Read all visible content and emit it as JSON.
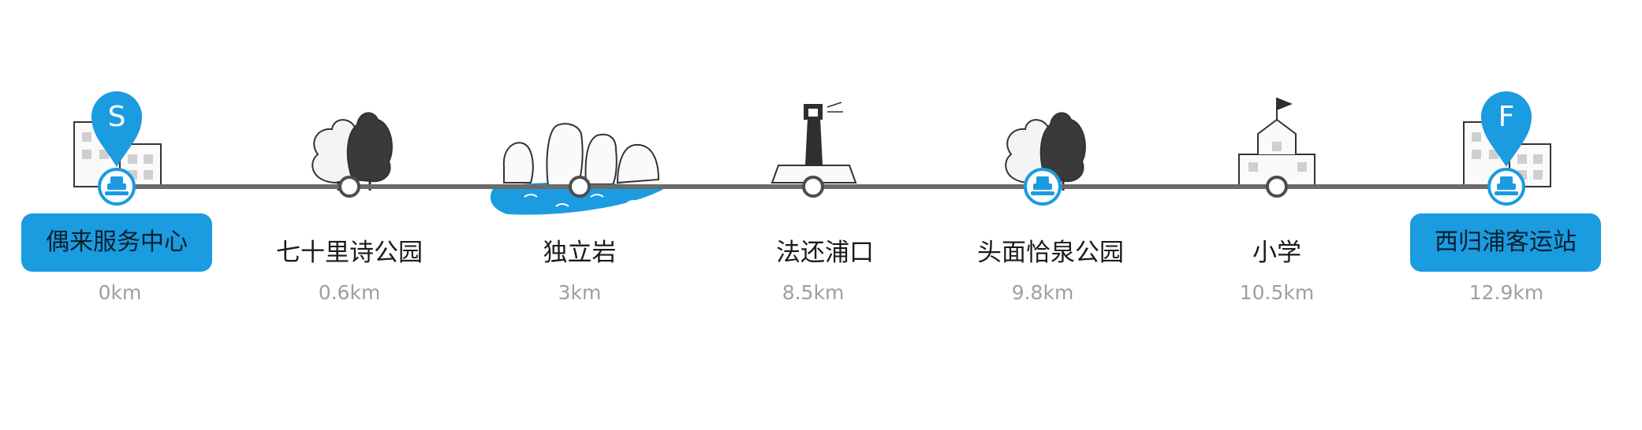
{
  "colors": {
    "route_line": "#6b6b6b",
    "accent": "#1b9be0",
    "water": "#1b9be0",
    "sketch": "#333333",
    "distance_text": "#9aa0a6"
  },
  "start_marker": {
    "letter": "S",
    "icon": "location-pin-icon"
  },
  "finish_marker": {
    "letter": "F",
    "icon": "location-pin-icon"
  },
  "stops": [
    {
      "name": "偶来服务中心",
      "distance": "0km",
      "km": 0,
      "type": "start",
      "icon": "service-center-icon",
      "landmark": "building-illustration"
    },
    {
      "name": "七十里诗公园",
      "distance": "0.6km",
      "km": 0.6,
      "type": "stop",
      "icon": "waypoint-circle-icon",
      "landmark": "trees-illustration"
    },
    {
      "name": "独立岩",
      "distance": "3km",
      "km": 3,
      "type": "stop",
      "icon": "waypoint-circle-icon",
      "landmark": "rocks-in-water-illustration"
    },
    {
      "name": "法还浦口",
      "distance": "8.5km",
      "km": 8.5,
      "type": "stop",
      "icon": "waypoint-circle-icon",
      "landmark": "lighthouse-illustration"
    },
    {
      "name": "头面恰泉公园",
      "distance": "9.8km",
      "km": 9.8,
      "type": "service",
      "icon": "service-center-icon",
      "landmark": "trees-illustration"
    },
    {
      "name": "小学",
      "distance": "10.5km",
      "km": 10.5,
      "type": "stop",
      "icon": "waypoint-circle-icon",
      "landmark": "school-illustration"
    },
    {
      "name": "西归浦客运站",
      "distance": "12.9km",
      "km": 12.9,
      "type": "finish",
      "icon": "service-center-icon",
      "landmark": "building-illustration"
    }
  ]
}
